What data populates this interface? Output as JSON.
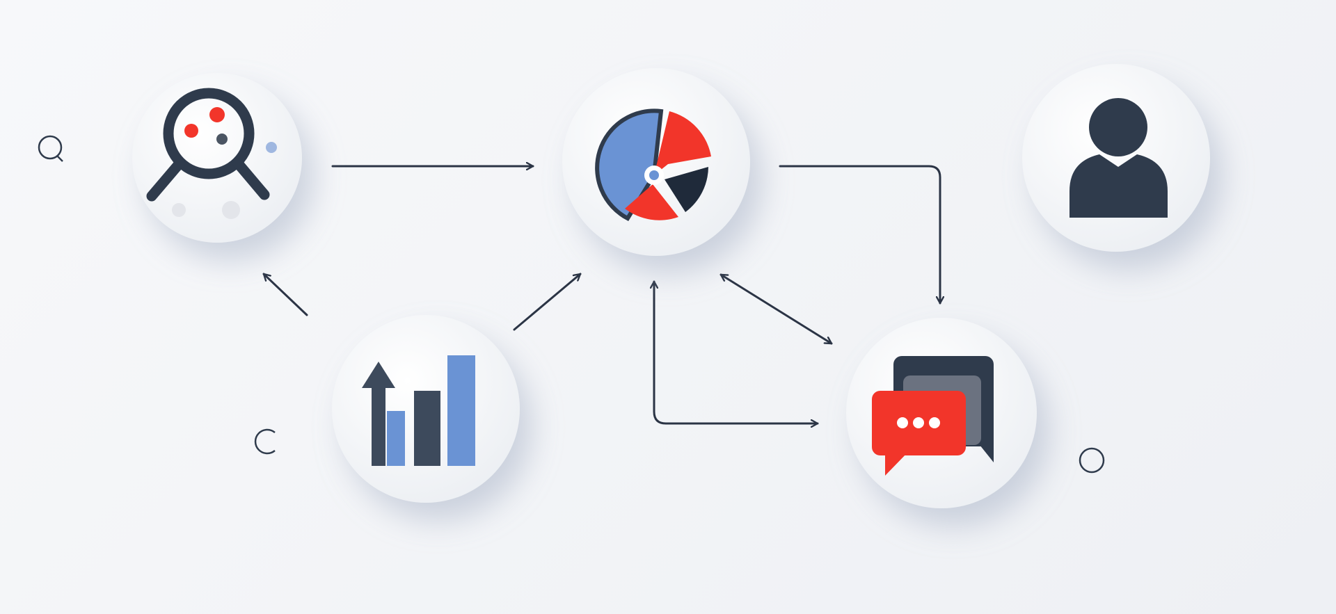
{
  "colors": {
    "background": "#f2f4f7",
    "node_fill": "#f7f8fa",
    "dark": "#2f3b4c",
    "red": "#f2352a",
    "blue": "#6a93d4",
    "gray": "#6b7280",
    "connector": "#2b3445"
  },
  "nodes": [
    {
      "id": "search",
      "icon": "magnifier-data-icon"
    },
    {
      "id": "analytics",
      "icon": "pie-chart-icon"
    },
    {
      "id": "user",
      "icon": "user-icon"
    },
    {
      "id": "growth",
      "icon": "bar-chart-growth-icon"
    },
    {
      "id": "chat",
      "icon": "chat-bubbles-icon"
    }
  ],
  "connections": [
    {
      "from": "search",
      "to": "analytics",
      "direction": "one-way"
    },
    {
      "from": "growth",
      "to": "search",
      "direction": "one-way"
    },
    {
      "from": "growth",
      "to": "analytics",
      "direction": "one-way"
    },
    {
      "from": "analytics",
      "to": "chat",
      "direction": "one-way",
      "routing": "elbow"
    },
    {
      "from": "analytics",
      "to": "chat",
      "direction": "two-way"
    },
    {
      "from": "analytics",
      "to": "chat",
      "direction": "two-way",
      "routing": "elbow"
    }
  ],
  "decorations": [
    "search-glyph-icon",
    "open-circle-glyph-icon",
    "ring-glyph-icon"
  ]
}
